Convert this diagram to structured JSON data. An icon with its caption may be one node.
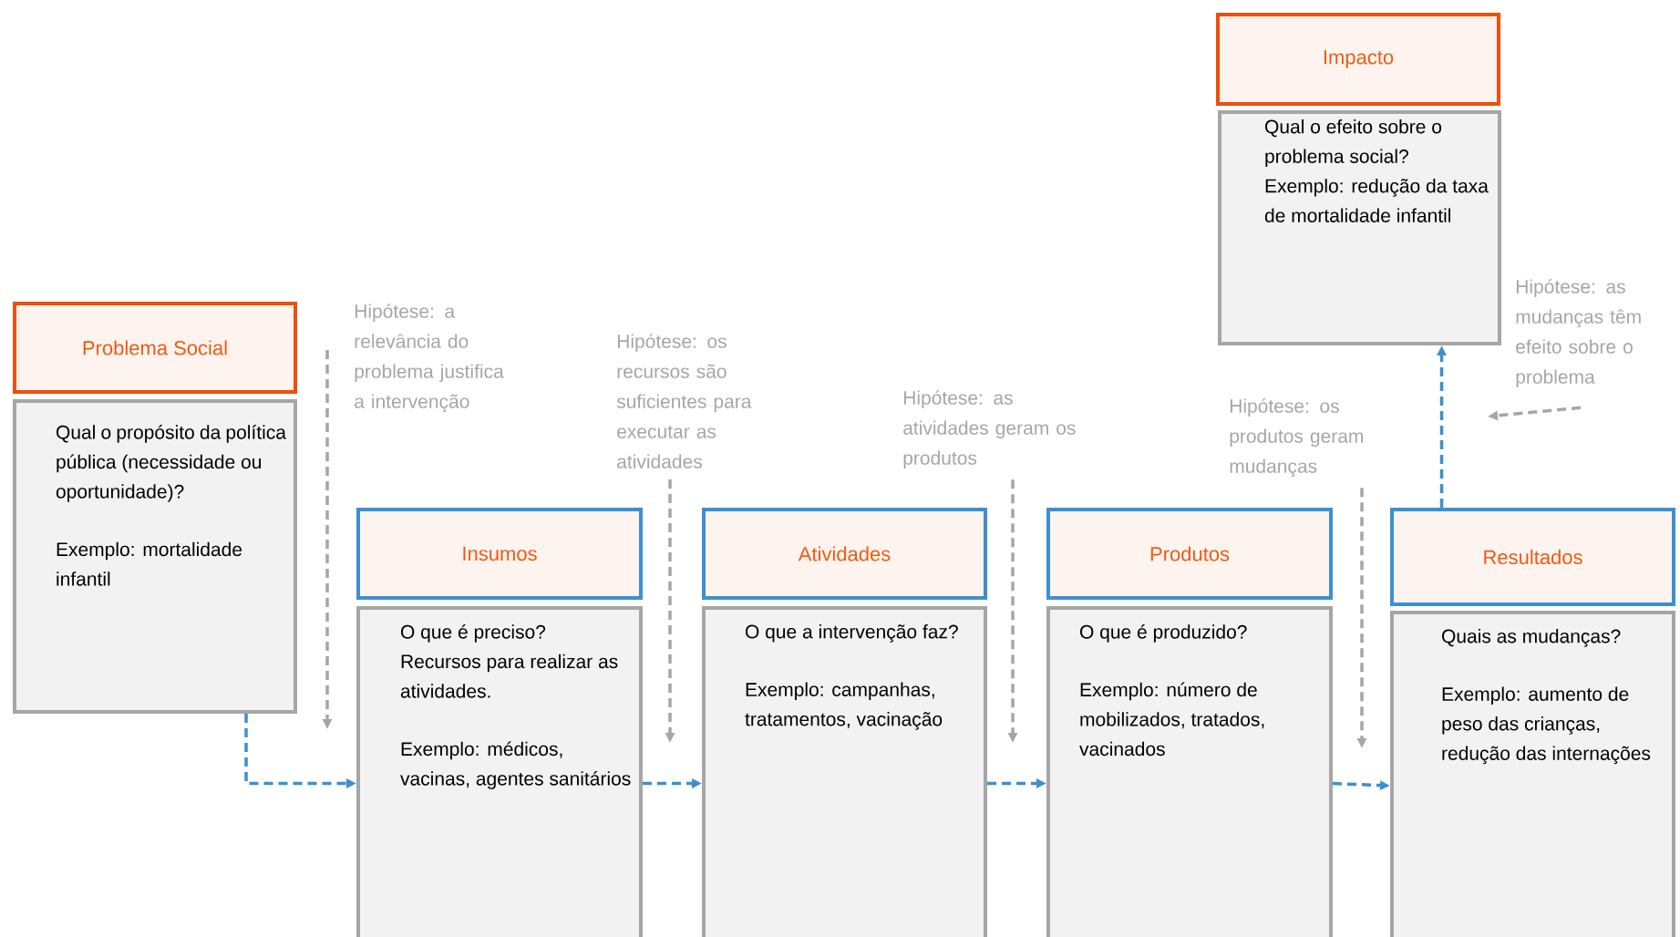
{
  "diagram": {
    "nodes": [
      {
        "text": [
          "Problema Social"
        ]
      },
      {
        "text": [
          "Qual o propósito da política pública (necessidade ou oportunidade)?",
          "Exemplo: mortalidade infantil"
        ]
      },
      {
        "text": [
          "Insumos"
        ]
      },
      {
        "text": [
          "O que é preciso? Recursos para realizar as atividades.",
          "Exemplo: médicos, vacinas, agentes sanitários"
        ]
      },
      {
        "text": [
          "Atividades"
        ]
      },
      {
        "text": [
          "O que a intervenção faz?",
          "Exemplo: campanhas, tratamentos, vacinação"
        ]
      },
      {
        "text": [
          "Produtos"
        ]
      },
      {
        "text": [
          "O que é produzido?",
          "Exemplo: número de mobilizados, tratados, vacinados"
        ]
      },
      {
        "text": [
          "Resultados"
        ]
      },
      {
        "text": [
          "Quais as mudanças?",
          "Exemplo: aumento de peso das crianças, redução das internações"
        ]
      },
      {
        "text": [
          "Impacto"
        ]
      },
      {
        "text": [
          "Qual o efeito sobre o problema social?",
          "Exemplo: redução da taxa de mortalidade infantil"
        ]
      },
      {
        "text": [
          "Hipótese: a relevância do problema justifica a intervenção"
        ]
      },
      {
        "text": [
          "Hipótese: os recursos são suficientes para executar as atividades"
        ]
      },
      {
        "text": [
          "Hipótese: as atividades geram os produtos"
        ]
      },
      {
        "text": [
          "Hipótese: os produtos geram mudanças"
        ]
      },
      {
        "text": [
          "Hipótese: as mudanças têm efeito sobre o problema"
        ]
      }
    ],
    "edges": [
      {
        "from": 1,
        "to": 3,
        "arrow": "to",
        "style": "dashed",
        "color": "#3d8fd1"
      },
      {
        "from": 3,
        "to": 5,
        "arrow": "to",
        "style": "dashed",
        "color": "#3d8fd1"
      },
      {
        "from": 5,
        "to": 7,
        "arrow": "to",
        "style": "dashed",
        "color": "#3d8fd1"
      },
      {
        "from": 7,
        "to": 9,
        "arrow": "to",
        "style": "dashed",
        "color": "#3d8fd1"
      },
      {
        "from": 8,
        "to": 11,
        "arrow": "to",
        "style": "dashed",
        "color": "#3d8fd1"
      },
      {
        "from": 12,
        "to": null,
        "arrow": "to",
        "style": "dashed",
        "color": "#a6a6a6"
      },
      {
        "from": 13,
        "to": null,
        "arrow": "to",
        "style": "dashed",
        "color": "#a6a6a6"
      },
      {
        "from": 14,
        "to": null,
        "arrow": "to",
        "style": "dashed",
        "color": "#a6a6a6"
      },
      {
        "from": 15,
        "to": null,
        "arrow": "to",
        "style": "dashed",
        "color": "#a6a6a6"
      },
      {
        "from": 16,
        "to": null,
        "arrow": "to",
        "style": "dashed",
        "color": "#a6a6a6"
      }
    ]
  }
}
